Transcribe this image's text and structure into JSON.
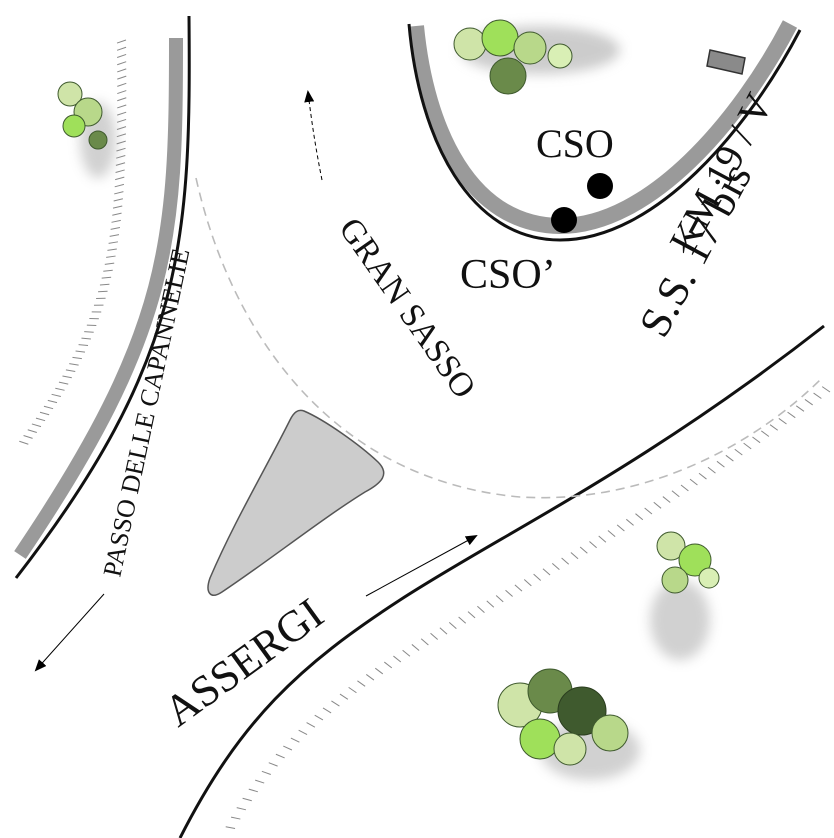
{
  "labels": {
    "cso": "CSO",
    "cso_prime": "CSO’",
    "km": "KM 19 / V",
    "road": "S.S. 17 bis",
    "gran_sasso": "GRAN SASSO",
    "passo": "PASSO DELLE CAPANNELIE",
    "assergi": "ASSERGI"
  },
  "colors": {
    "road_edge": "#111111",
    "road_shoulder": "#9a9a9a",
    "island_fill": "#cccccc",
    "island_stroke": "#555555",
    "dashed_line": "#bbbbbb",
    "marker": "#000000",
    "foliage_dark": "#3f5a2e",
    "foliage_light": "#9fe05a"
  },
  "icons": {
    "cso_marker": "filled-circle-icon",
    "cso_prime_marker": "filled-circle-icon",
    "tree": "tree-icon"
  }
}
